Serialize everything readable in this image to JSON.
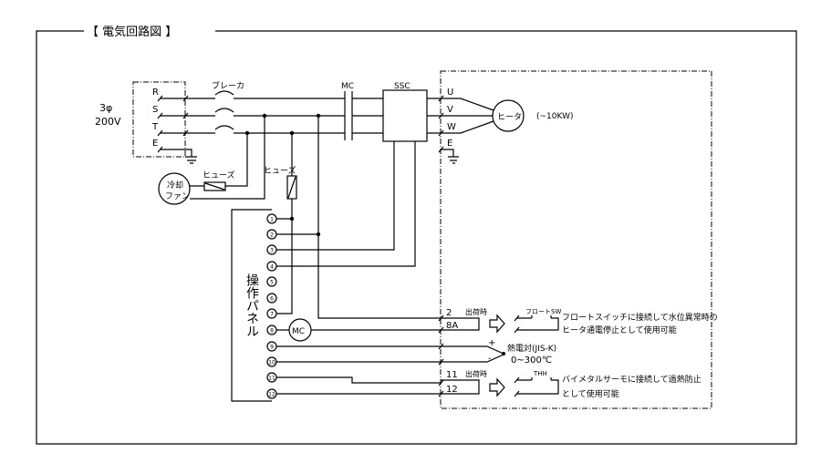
{
  "title": "【  電気回路図  】",
  "power": {
    "phase": "3φ",
    "voltage": "200V",
    "terminals": [
      "R",
      "S",
      "T",
      "E"
    ]
  },
  "labels": {
    "breaker": "ブレーカ",
    "mc": "MC",
    "ssc": "SSC",
    "fuse_fan": "ヒューズ",
    "fuse_panel": "ヒューズ",
    "fan_line1": "冷却",
    "fan_line2": "ファン",
    "heater": "ヒータ",
    "heater_rating": "(~10KW)",
    "panel": "操作パネル",
    "mc_coil": "MC"
  },
  "output_terminals": [
    "U",
    "V",
    "W",
    "E"
  ],
  "panel_terminals": [
    "1",
    "2",
    "3",
    "4",
    "5",
    "6",
    "7",
    "8",
    "9",
    "10",
    "11",
    "12"
  ],
  "float": {
    "t_a": "2",
    "t_b": "8A",
    "note": "出荷時",
    "switch": "フロートSW",
    "desc1": "フロートスイッチに接続して水位異常時の",
    "desc2": "ヒータ通電停止として使用可能"
  },
  "thermo": {
    "plus": "+",
    "minus": "-",
    "name": "熱電対(JIS-K)",
    "range": "0~300℃"
  },
  "thh": {
    "t_a": "11",
    "t_b": "12",
    "note": "出荷時",
    "switch": "THH",
    "desc1": "バイメタルサーモに接続して過熱防止",
    "desc2": "として使用可能"
  }
}
